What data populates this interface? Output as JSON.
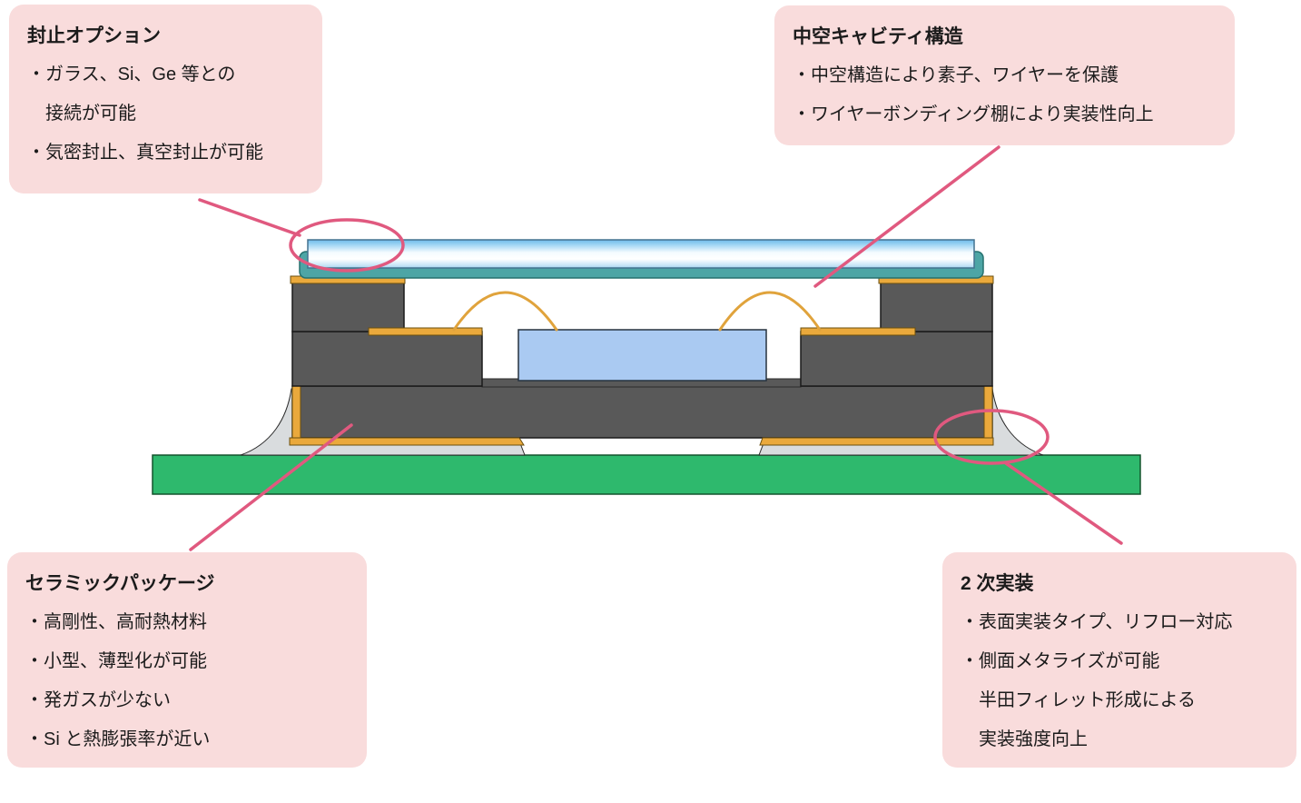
{
  "callouts": {
    "seal": {
      "title": "封止オプション",
      "lines": [
        "・ガラス、Si、Ge 等との",
        "　接続が可能",
        "・気密封止、真空封止が可能"
      ]
    },
    "cavity": {
      "title": "中空キャビティ構造",
      "lines": [
        "・中空構造により素子、ワイヤーを保護",
        "・ワイヤーボンディング棚により実装性向上"
      ]
    },
    "ceramic": {
      "title": "セラミックパッケージ",
      "lines": [
        "・高剛性、高耐熱材料",
        "・小型、薄型化が可能",
        "・発ガスが少ない",
        "・Si と熱膨張率が近い"
      ]
    },
    "smt": {
      "title": "2 次実装",
      "lines": [
        "・表面実装タイプ、リフロー対応",
        "・側面メタライズが可能",
        "　半田フィレット形成による",
        "　実装強度向上"
      ]
    }
  },
  "diagram": {
    "colors": {
      "callout_bg": "#f9dcdc",
      "annotation_pink": "#e0597f",
      "ceramic_gray": "#595959",
      "metallization_gold": "#eaa93c",
      "seal_teal": "#4da5a5",
      "lid_blue_top": "#7cc0ea",
      "lid_blue_bottom": "#a9d6f0",
      "die_blue": "#aacaf2",
      "pcb_green": "#2eb96d",
      "solder_gray": "#d9dcde",
      "wire_gold": "#e0a33c"
    }
  }
}
